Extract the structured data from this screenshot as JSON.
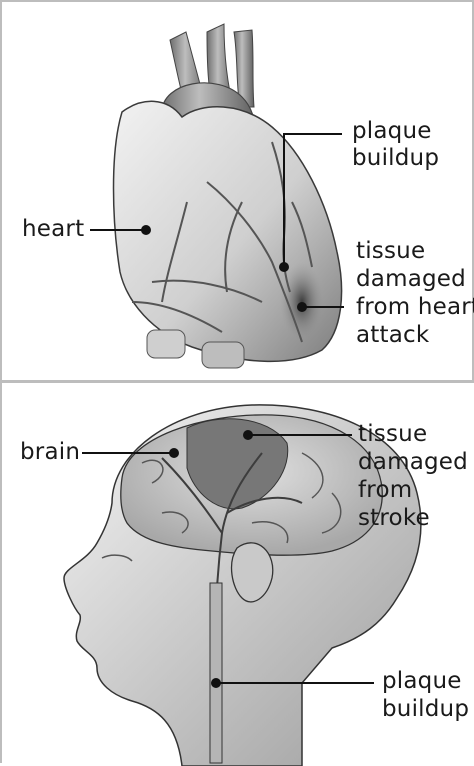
{
  "heart_panel": {
    "labels": {
      "heart": "heart",
      "plaque_line1": "plaque",
      "plaque_line2": "buildup",
      "tissue_line1": "tissue",
      "tissue_line2": "damaged",
      "tissue_line3": "from heart",
      "tissue_line4": "attack"
    }
  },
  "head_panel": {
    "labels": {
      "brain": "brain",
      "tissue_line1": "tissue",
      "tissue_line2": "damaged",
      "tissue_line3": "from",
      "tissue_line4": "stroke",
      "plaque_line1": "plaque",
      "plaque_line2": "buildup"
    }
  }
}
